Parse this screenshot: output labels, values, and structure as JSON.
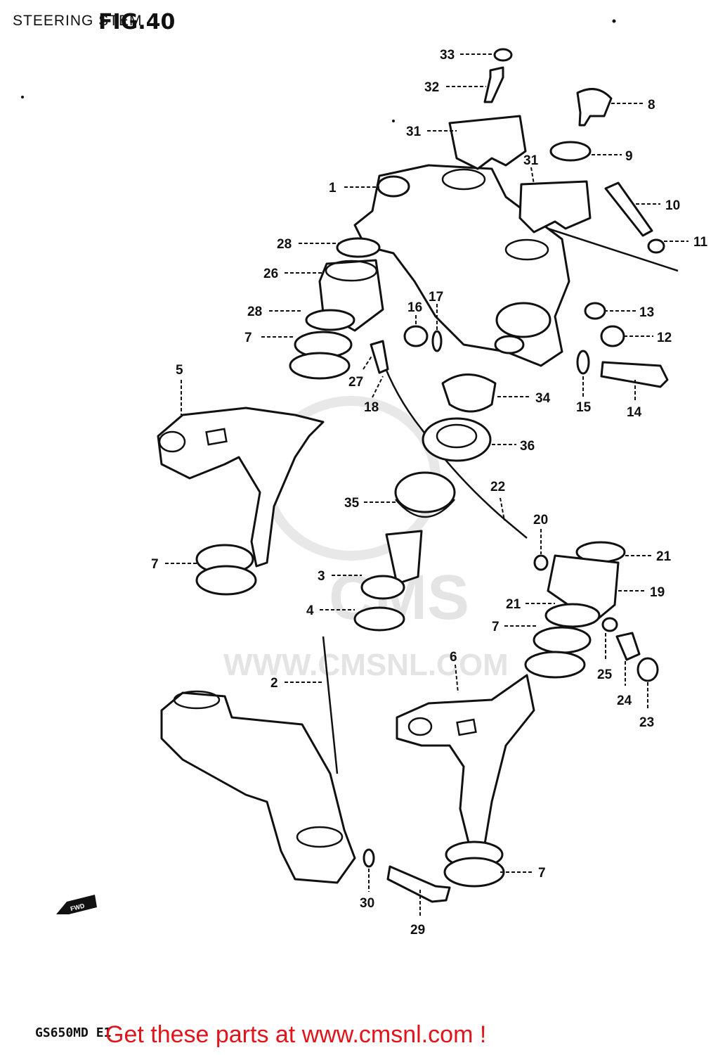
{
  "header": {
    "section_title": "STEERING STEM",
    "figure_label": "FIG.40"
  },
  "footer": {
    "model_code": "GS650MD E1",
    "promo_text": "Get these parts at www.cmsnl.com !"
  },
  "watermark": {
    "brand": "CMS",
    "url": "WWW.CMSNL.COM"
  },
  "direction_marker": {
    "icon": "fwd-arrow-icon",
    "text": "FWD"
  },
  "callouts": [
    "33",
    "32",
    "8",
    "31",
    "9",
    "31",
    "1",
    "10",
    "11",
    "28",
    "26",
    "13",
    "16",
    "17",
    "12",
    "28",
    "7",
    "27",
    "5",
    "18",
    "34",
    "15",
    "14",
    "36",
    "22",
    "35",
    "20",
    "21",
    "7",
    "3",
    "19",
    "4",
    "21",
    "7",
    "25",
    "6",
    "2",
    "24",
    "23",
    "7",
    "30",
    "29"
  ],
  "colors": {
    "ink": "#111111",
    "footer_text": "#e0151c",
    "watermark": "#e4e4e4"
  }
}
